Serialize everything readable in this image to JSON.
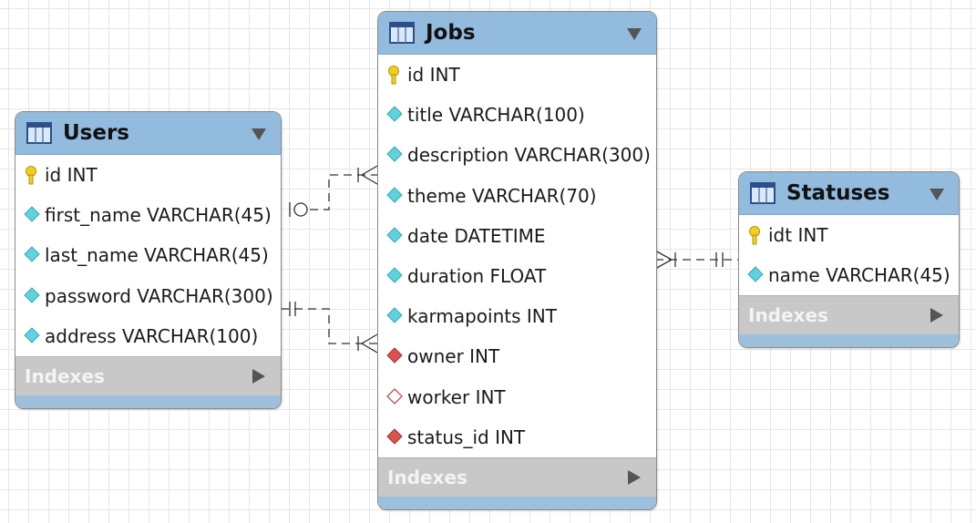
{
  "tables": {
    "users": {
      "title": "Users",
      "columns": [
        {
          "name": "id INT",
          "key": "primary"
        },
        {
          "name": "first_name VARCHAR(45)",
          "key": "column"
        },
        {
          "name": "last_name VARCHAR(45)",
          "key": "column"
        },
        {
          "name": "password VARCHAR(300)",
          "key": "column"
        },
        {
          "name": "address VARCHAR(100)",
          "key": "column"
        }
      ],
      "indexes_label": "Indexes"
    },
    "jobs": {
      "title": "Jobs",
      "columns": [
        {
          "name": "id INT",
          "key": "primary"
        },
        {
          "name": "title VARCHAR(100)",
          "key": "column"
        },
        {
          "name": "description VARCHAR(300)",
          "key": "column"
        },
        {
          "name": "theme VARCHAR(70)",
          "key": "column"
        },
        {
          "name": "date DATETIME",
          "key": "column"
        },
        {
          "name": "duration FLOAT",
          "key": "column"
        },
        {
          "name": "karmapoints INT",
          "key": "column"
        },
        {
          "name": "owner INT",
          "key": "foreign"
        },
        {
          "name": "worker INT",
          "key": "foreign-nullable"
        },
        {
          "name": "status_id INT",
          "key": "foreign"
        }
      ],
      "indexes_label": "Indexes"
    },
    "statuses": {
      "title": "Statuses",
      "columns": [
        {
          "name": "idt INT",
          "key": "primary"
        },
        {
          "name": "name VARCHAR(45)",
          "key": "column"
        }
      ],
      "indexes_label": "Indexes"
    }
  },
  "relationships": [
    {
      "from": "users",
      "to": "jobs",
      "from_card": "zero-or-one",
      "to_card": "one-or-many"
    },
    {
      "from": "users",
      "to": "jobs",
      "from_card": "exactly-one",
      "to_card": "one-or-many"
    },
    {
      "from": "statuses",
      "to": "jobs",
      "from_card": "exactly-one",
      "to_card": "one-or-many"
    }
  ],
  "colors": {
    "header": "#93bbdd",
    "footer": "#9ec0dc",
    "indexes_bg": "#c8c8c8",
    "primary_key": "#e8c418",
    "column_diamond": "#5fd3dd",
    "foreign_diamond": "#d9534f"
  },
  "icons": {
    "primary": "key-icon",
    "column": "column-diamond-icon",
    "foreign": "foreign-key-diamond-icon",
    "foreign-nullable": "nullable-foreign-key-icon",
    "table": "table-icon",
    "dropdown": "dropdown-triangle-icon",
    "indexes": "expand-arrow-icon"
  }
}
